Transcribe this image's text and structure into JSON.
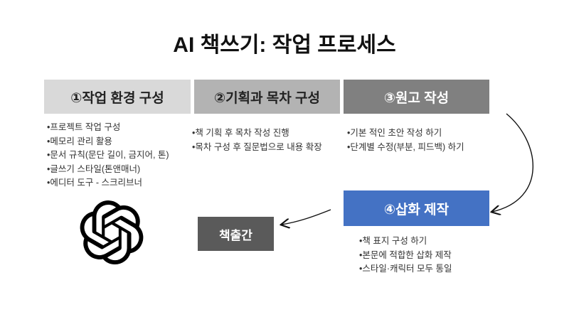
{
  "title": "AI 책쓰기: 작업 프로세스",
  "steps": [
    {
      "label": "①작업 환경 구성",
      "items": [
        "프로젝트 작업 구성",
        "메모리 관리 활용",
        "문서 규칙(문단 길이, 금지어, 톤)",
        "글쓰기 스타일(톤앤매너)",
        "에디터 도구 - 스크리브너"
      ]
    },
    {
      "label": "②기획과 목차 구성",
      "items": [
        "책 기획 후 목차 작성 진행",
        "목차 구성 후 질문법으로 내용 확장"
      ]
    },
    {
      "label": "③원고 작성",
      "items": [
        "기본 적인 초안 작성 하기",
        "단계별 수정(부분, 피드백) 하기"
      ]
    },
    {
      "label": "④삽화 제작",
      "items": [
        "책 표지 구성 하기",
        "본문에 적합한 삽화 제작",
        "스타일·캐릭터 모두 통일"
      ]
    }
  ],
  "final_step": "책출간",
  "colors": {
    "step1": "#d9d9d9",
    "step2": "#b3b3b3",
    "step3": "#808080",
    "step4": "#4472c4",
    "final": "#5a5a5a"
  },
  "logo_icon": "openai-logo-icon"
}
